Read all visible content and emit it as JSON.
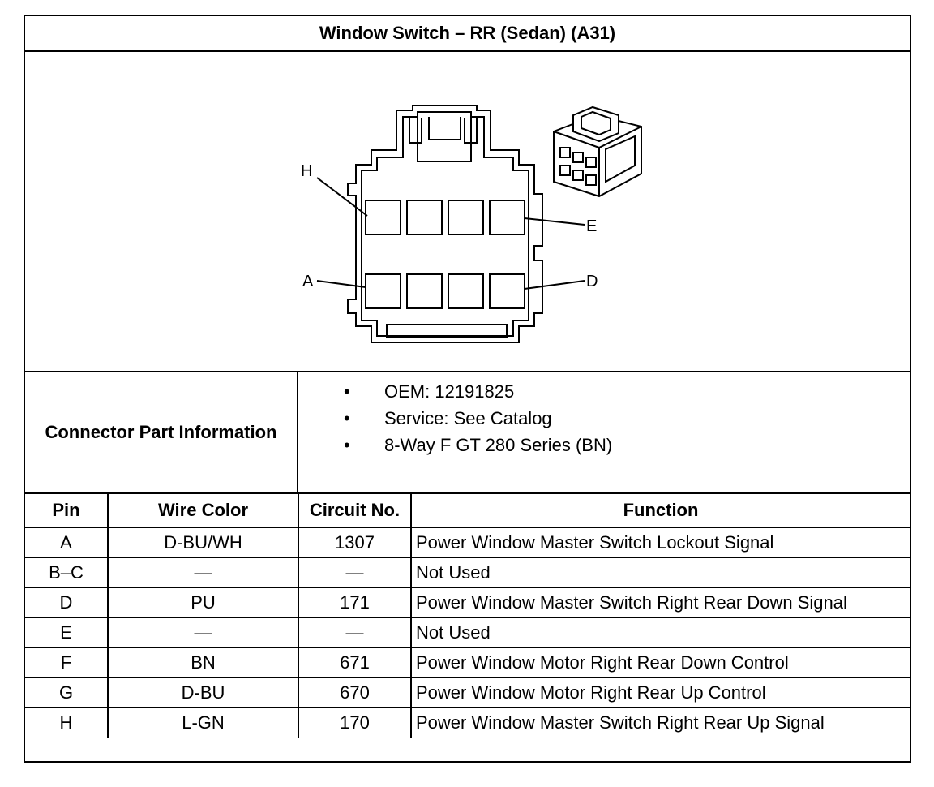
{
  "header": {
    "title": "Window Switch – RR (Sedan) (A31)"
  },
  "diagram": {
    "callouts": {
      "h": "H",
      "e": "E",
      "a": "A",
      "d": "D"
    }
  },
  "connector_info": {
    "label": "Connector Part Information",
    "bullet_glyph": "•",
    "items": [
      "OEM: 12191825",
      "Service: See Catalog",
      "8-Way F GT 280 Series (BN)"
    ]
  },
  "pin_table": {
    "columns": [
      "Pin",
      "Wire Color",
      "Circuit No.",
      "Function"
    ],
    "rows": [
      {
        "pin": "A",
        "wire_color": "D-BU/WH",
        "circuit": "1307",
        "function": "Power Window Master Switch Lockout Signal"
      },
      {
        "pin": "B–C",
        "wire_color": "—",
        "circuit": "—",
        "function": "Not Used"
      },
      {
        "pin": "D",
        "wire_color": "PU",
        "circuit": "171",
        "function": "Power Window Master Switch Right Rear Down Signal"
      },
      {
        "pin": "E",
        "wire_color": "—",
        "circuit": "—",
        "function": "Not Used"
      },
      {
        "pin": "F",
        "wire_color": "BN",
        "circuit": "671",
        "function": "Power Window Motor Right Rear Down Control"
      },
      {
        "pin": "G",
        "wire_color": "D-BU",
        "circuit": "670",
        "function": "Power Window Motor Right Rear Up Control"
      },
      {
        "pin": "H",
        "wire_color": "L-GN",
        "circuit": "170",
        "function": "Power Window Master Switch Right Rear Up Signal"
      }
    ]
  }
}
